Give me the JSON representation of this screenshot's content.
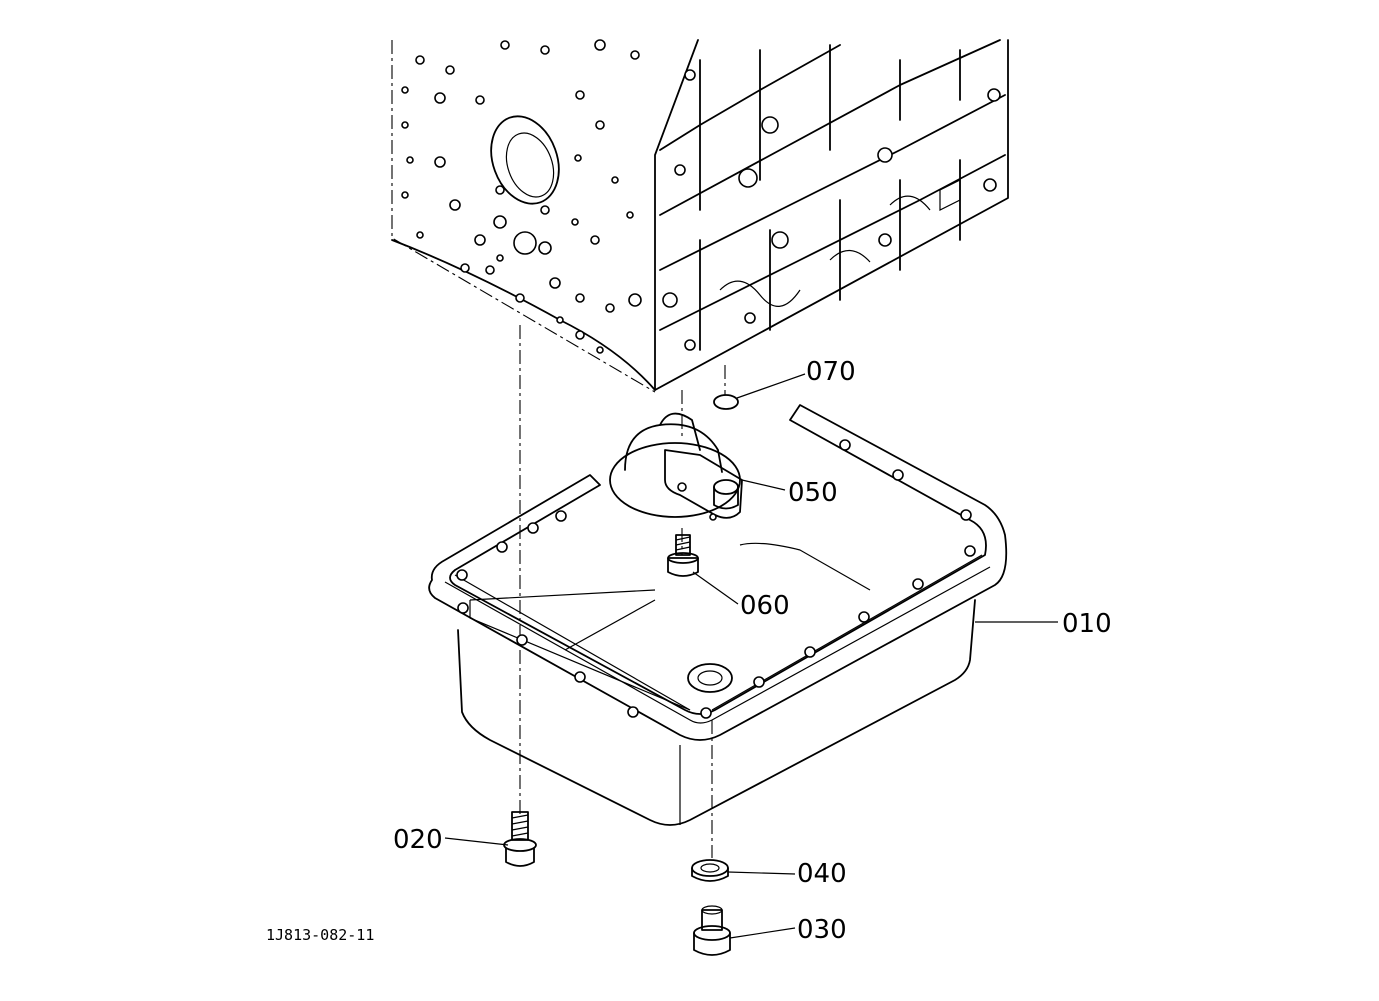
{
  "figure_id": "1J813-082-11",
  "parts": [
    {
      "number": "010",
      "name": "oil-pan"
    },
    {
      "number": "020",
      "name": "flange-bolt"
    },
    {
      "number": "030",
      "name": "drain-plug"
    },
    {
      "number": "040",
      "name": "gasket-washer"
    },
    {
      "number": "050",
      "name": "oil-strainer"
    },
    {
      "number": "060",
      "name": "strainer-bolt"
    },
    {
      "number": "070",
      "name": "o-ring"
    }
  ]
}
